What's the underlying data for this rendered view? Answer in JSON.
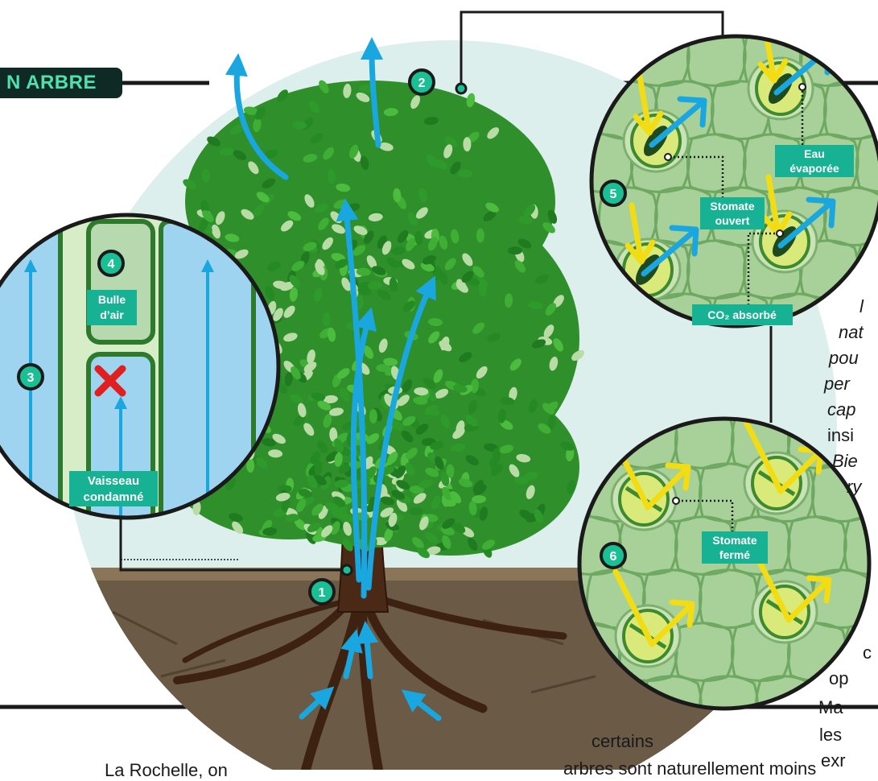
{
  "title": "N ARBRE",
  "labels": {
    "bulle": [
      "Bulle",
      "d’air"
    ],
    "vaisseau": [
      "Vaisseau",
      "condamné"
    ],
    "stomate_ouvert": [
      "Stomate",
      "ouvert"
    ],
    "eau_evaporee": [
      "Eau",
      "évaporée"
    ],
    "co2": "CO₂ absorbé",
    "stomate_ferme": [
      "Stomate",
      "fermé"
    ]
  },
  "markers": [
    "1",
    "2",
    "3",
    "4",
    "5",
    "6"
  ],
  "body_text": {
    "bottom_left": "La Rochelle, on",
    "bottom_mid_1": "certains",
    "bottom_mid_2": "arbres sont naturellement moins",
    "right_fragments": [
      "l",
      "nat",
      "pou",
      "per",
      "cap",
      "insi",
      "Bie",
      "ry",
      "c",
      "op",
      "Ma",
      "les",
      "exr"
    ]
  },
  "colors": {
    "label_bg": "#17b193",
    "marker_bg": "#1bbf94",
    "arrow_water": "#1aa7e0",
    "arrow_co2": "#f2dd14",
    "leaf_green": "#2f9a2c",
    "cell_green": "#a8d199",
    "trunk": "#4a2a16"
  }
}
